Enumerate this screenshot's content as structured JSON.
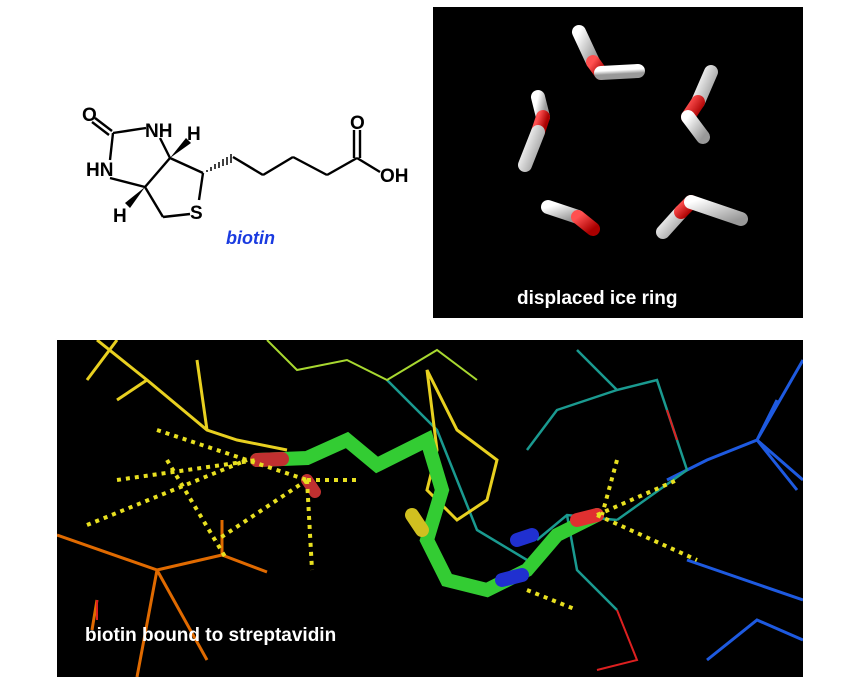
{
  "structure": {
    "name": "biotin",
    "atoms": {
      "o1": "O",
      "nh": "NH",
      "hn": "HN",
      "h_top": "H",
      "h_bottom": "H",
      "s": "S",
      "o2": "O",
      "oh": "OH"
    },
    "label_color": "#1a3be0"
  },
  "panels": {
    "ice_caption": "displaced ice ring",
    "protein_caption": "biotin bound to streptavidin"
  }
}
